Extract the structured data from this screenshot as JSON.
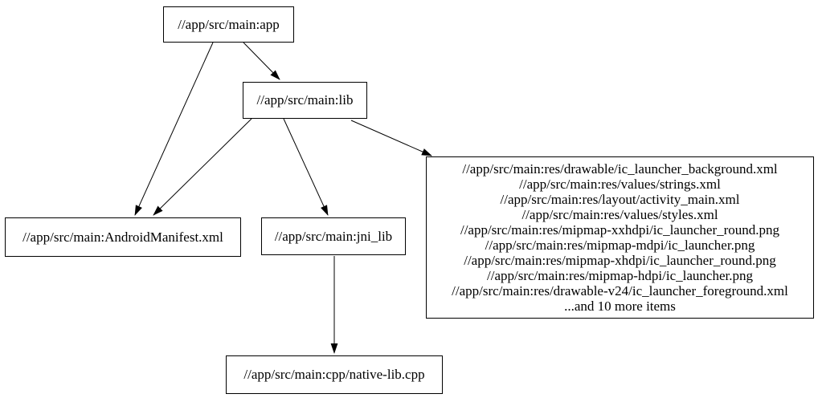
{
  "graph": {
    "type": "dependency-graph",
    "nodes": {
      "app": {
        "label": "//app/src/main:app"
      },
      "lib": {
        "label": "//app/src/main:lib"
      },
      "android_manifest": {
        "label": "//app/src/main:AndroidManifest.xml"
      },
      "jni_lib": {
        "label": "//app/src/main:jni_lib"
      },
      "native_lib_cpp": {
        "label": "//app/src/main:cpp/native-lib.cpp"
      },
      "res_group": {
        "lines": [
          "//app/src/main:res/drawable/ic_launcher_background.xml",
          "//app/src/main:res/values/strings.xml",
          "//app/src/main:res/layout/activity_main.xml",
          "//app/src/main:res/values/styles.xml",
          "//app/src/main:res/mipmap-xxhdpi/ic_launcher_round.png",
          "//app/src/main:res/mipmap-mdpi/ic_launcher.png",
          "//app/src/main:res/mipmap-xhdpi/ic_launcher_round.png",
          "//app/src/main:res/mipmap-hdpi/ic_launcher.png",
          "//app/src/main:res/drawable-v24/ic_launcher_foreground.xml",
          "...and 10 more items"
        ]
      }
    },
    "edges": [
      {
        "from": "//app/src/main:app",
        "to": "//app/src/main:lib"
      },
      {
        "from": "//app/src/main:app",
        "to": "//app/src/main:AndroidManifest.xml"
      },
      {
        "from": "//app/src/main:lib",
        "to": "//app/src/main:AndroidManifest.xml"
      },
      {
        "from": "//app/src/main:lib",
        "to": "//app/src/main:jni_lib"
      },
      {
        "from": "//app/src/main:lib",
        "to": "res_group"
      },
      {
        "from": "//app/src/main:jni_lib",
        "to": "//app/src/main:cpp/native-lib.cpp"
      }
    ],
    "colors": {
      "node_border": "#000000",
      "edge": "#000000",
      "background": "#ffffff"
    }
  }
}
